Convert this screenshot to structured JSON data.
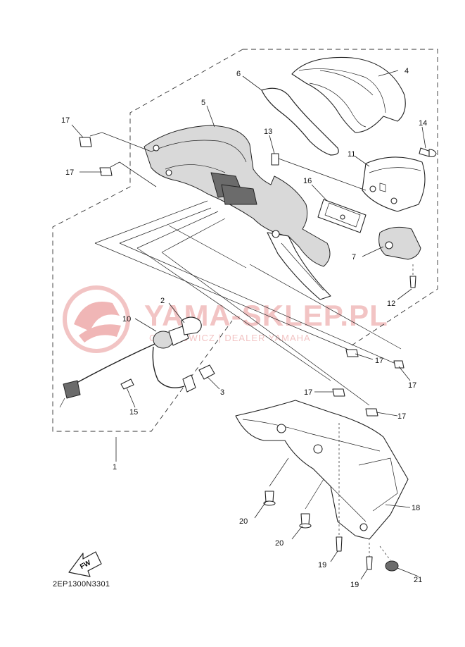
{
  "watermark": {
    "brand": "YAMA-SKLEP.PL",
    "tagline": "CIECHOWICZ | DEALER YAMAHA"
  },
  "diagram_code": "2EP1300N3301",
  "fw_arrow_label": "FW",
  "callouts": {
    "c1": "1",
    "c2": "2",
    "c3": "3",
    "c4": "4",
    "c5": "5",
    "c6": "6",
    "c7": "7",
    "c10": "10",
    "c11": "11",
    "c12": "12",
    "c13": "13",
    "c14": "14",
    "c15": "15",
    "c16": "16",
    "c17a": "17",
    "c17b": "17",
    "c17c": "17",
    "c17d": "17",
    "c17e": "17",
    "c17f": "17",
    "c18": "18",
    "c19a": "19",
    "c19b": "19",
    "c20a": "20",
    "c20b": "20",
    "c21": "21"
  }
}
